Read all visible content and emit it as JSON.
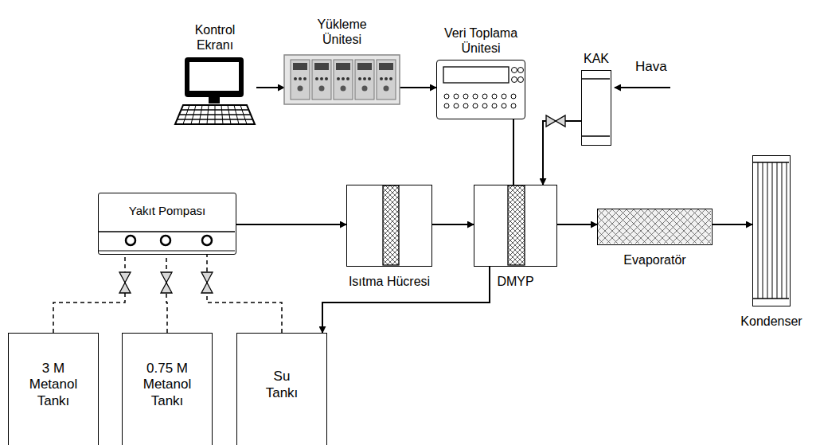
{
  "diagram": {
    "nodes": [
      {
        "text": [
          "Kontrol Ekranı"
        ]
      },
      {
        "text": [
          "Yükleme Ünitesi"
        ]
      },
      {
        "text": [
          "Veri Toplama Ünitesi"
        ]
      },
      {
        "text": [
          "KAK"
        ]
      },
      {
        "text": [
          "Yakıt Pompası"
        ]
      },
      {
        "text": [
          "Isıtma Hücresi"
        ]
      },
      {
        "text": [
          "DMYP"
        ]
      },
      {
        "text": [
          "Evaporatör"
        ]
      },
      {
        "text": [
          "Kondenser"
        ]
      },
      {
        "text": [
          "3 M Metanol Tankı"
        ]
      },
      {
        "text": [
          "0.75 M Metanol Tankı"
        ]
      },
      {
        "text": [
          "Su Tankı"
        ]
      }
    ],
    "edges": [
      {
        "from": 0,
        "to": 1,
        "arrow": "to"
      },
      {
        "from": 1,
        "to": 2,
        "arrow": "to"
      },
      {
        "from": 2,
        "to": 6,
        "arrow": "none"
      },
      {
        "from": 3,
        "to": 6,
        "arrow": "to"
      },
      {
        "from": 4,
        "to": 5,
        "arrow": "to"
      },
      {
        "from": 5,
        "to": 6,
        "arrow": "to"
      },
      {
        "from": 6,
        "to": 7,
        "arrow": "to"
      },
      {
        "from": 7,
        "to": 8,
        "arrow": "to"
      },
      {
        "from": 6,
        "to": 11,
        "arrow": "to"
      },
      {
        "from": 9,
        "to": 4,
        "arrow": "none"
      },
      {
        "from": 10,
        "to": 4,
        "arrow": "none"
      },
      {
        "from": 11,
        "to": 4,
        "arrow": "none"
      }
    ],
    "labels": [
      "Hava"
    ]
  }
}
